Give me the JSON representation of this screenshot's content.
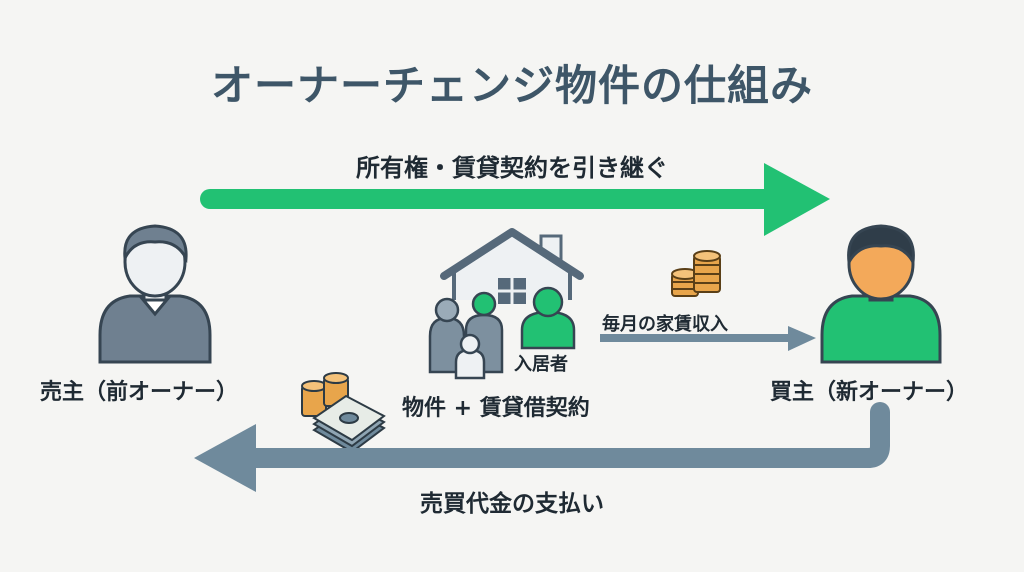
{
  "title": "オーナーチェンジ物件の仕組み",
  "top_arrow_label": "所有権・賃貸契約を引き継ぐ",
  "seller_label": "売主（前オーナー）",
  "buyer_label": "買主（新オーナー）",
  "tenant_label": "入居者",
  "property_label": "物件 + 賃貸借契約",
  "rent_label": "毎月の家賃収入",
  "payment_label": "売買代金の支払い",
  "colors": {
    "title": "#3e5668",
    "green": "#22c173",
    "slate": "#6f8a9c",
    "person_dark": "#56697a",
    "coin": "#e8a54b",
    "skin": "#f3a95a"
  },
  "icons": [
    "seller-person-icon",
    "buyer-person-icon",
    "house-icon",
    "tenant-family-icon",
    "coin-stack-icon",
    "money-bills-icon"
  ]
}
